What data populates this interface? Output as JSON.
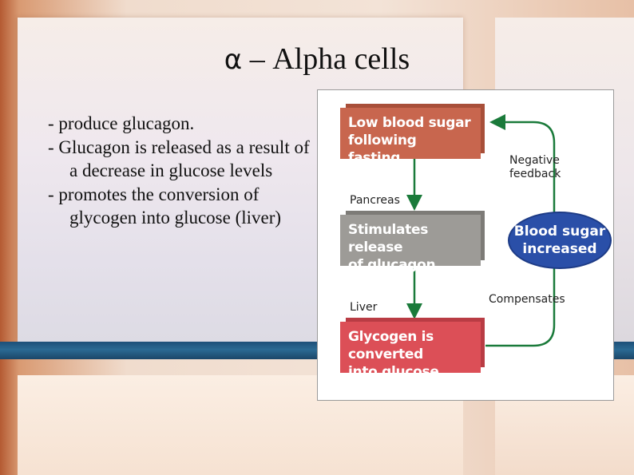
{
  "slide": {
    "title_symbol": "α",
    "title_text": "– Alpha cells",
    "bullets": [
      "- produce glucagon.",
      "- Glucagon is released as a result of a decrease in glucose levels",
      "- promotes the conversion of glycogen into glucose (liver)"
    ]
  },
  "figure": {
    "box_low_line1": "Low blood sugar",
    "box_low_line2": "following fasting.",
    "label_pancreas": "Pancreas",
    "box_stim_line1": "Stimulates release",
    "box_stim_line2": "of glucagon.",
    "label_liver": "Liver",
    "box_glyco_line1": "Glycogen is converted",
    "box_glyco_line2": "into glucose.",
    "label_negative_line1": "Negative",
    "label_negative_line2": "feedback",
    "oval_line1": "Blood sugar",
    "oval_line2": "increased",
    "label_compensates": "Compensates",
    "colors": {
      "red_box": "#c8664e",
      "grey_box": "#9d9b97",
      "pink_box": "#dc4f57",
      "oval": "#2a4fa8",
      "arrow": "#1a7a3a"
    }
  }
}
